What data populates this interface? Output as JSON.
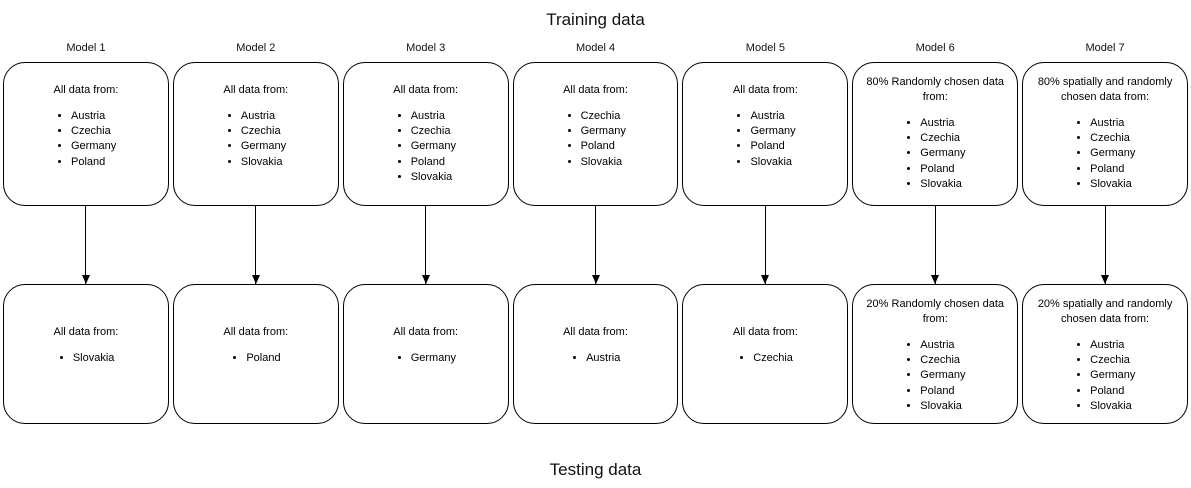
{
  "titles": {
    "top": "Training data",
    "bottom": "Testing data"
  },
  "models": [
    {
      "label": "Model 1",
      "training": {
        "heading": "All  data from:",
        "items": [
          "Austria",
          "Czechia",
          "Germany",
          "Poland"
        ]
      },
      "testing": {
        "heading": "All data from:",
        "items": [
          "Slovakia"
        ]
      }
    },
    {
      "label": "Model 2",
      "training": {
        "heading": "All  data from:",
        "items": [
          "Austria",
          "Czechia",
          "Germany",
          "Slovakia"
        ]
      },
      "testing": {
        "heading": "All data from:",
        "items": [
          "Poland"
        ]
      }
    },
    {
      "label": "Model 3",
      "training": {
        "heading": "All  data from:",
        "items": [
          "Austria",
          "Czechia",
          "Germany",
          "Poland",
          "Slovakia"
        ]
      },
      "testing": {
        "heading": "All data from:",
        "items": [
          "Germany"
        ]
      }
    },
    {
      "label": "Model 4",
      "training": {
        "heading": "All  data from:",
        "items": [
          "Czechia",
          "Germany",
          "Poland",
          "Slovakia"
        ]
      },
      "testing": {
        "heading": "All data from:",
        "items": [
          "Austria"
        ]
      }
    },
    {
      "label": "Model 5",
      "training": {
        "heading": "All  data from:",
        "items": [
          "Austria",
          "Germany",
          "Poland",
          "Slovakia"
        ]
      },
      "testing": {
        "heading": "All data from:",
        "items": [
          "Czechia"
        ]
      }
    },
    {
      "label": "Model 6",
      "training": {
        "heading": "80% Randomly chosen data from:",
        "items": [
          "Austria",
          "Czechia",
          "Germany",
          "Poland",
          "Slovakia"
        ],
        "tall": true
      },
      "testing": {
        "heading": "20% Randomly chosen data from:",
        "items": [
          "Austria",
          "Czechia",
          "Germany",
          "Poland",
          "Slovakia"
        ],
        "tall": true
      }
    },
    {
      "label": "Model 7",
      "training": {
        "heading": "80% spatially and randomly chosen data from:",
        "items": [
          "Austria",
          "Czechia",
          "Germany",
          "Poland",
          "Slovakia"
        ],
        "tall": true
      },
      "testing": {
        "heading": "20% spatially and randomly chosen data from:",
        "items": [
          "Austria",
          "Czechia",
          "Germany",
          "Poland",
          "Slovakia"
        ],
        "tall": true
      }
    }
  ]
}
